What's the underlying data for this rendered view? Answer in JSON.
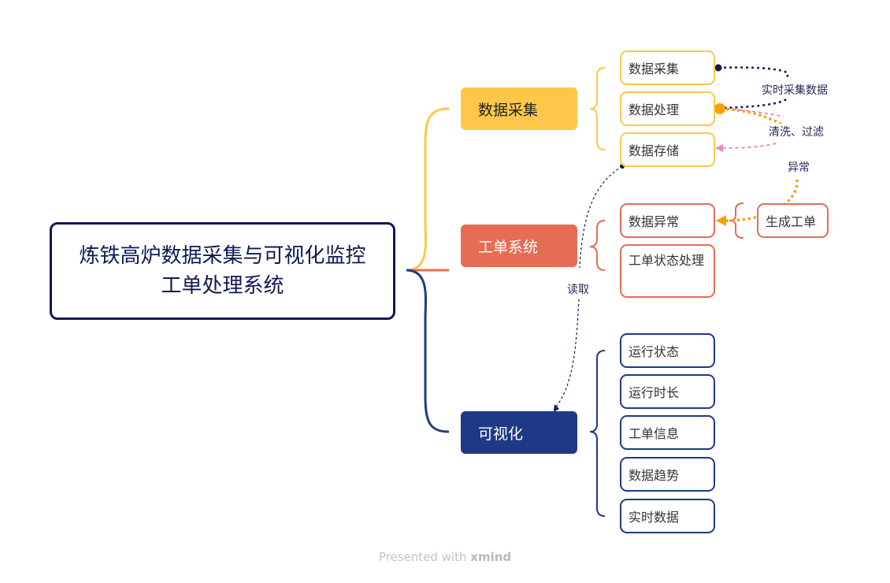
{
  "central": {
    "title": "炼铁高炉数据采集与可视化监控工单处理系统"
  },
  "branches": [
    {
      "label": "数据采集",
      "color": "#fdc84a",
      "children": [
        "数据采集",
        "数据处理",
        "数据存储"
      ]
    },
    {
      "label": "工单系统",
      "color": "#e56d55",
      "children": [
        "数据异常",
        "工单状态处理"
      ]
    },
    {
      "label": "可视化",
      "color": "#1f3a85",
      "children": [
        "运行状态",
        "运行时长",
        "工单信息",
        "数据趋势",
        "实时数据"
      ]
    }
  ],
  "extra_nodes": {
    "create_ticket": "生成工单"
  },
  "relationship_labels": {
    "realtime_collect": "实时采集数据",
    "clean_filter": "清洗、过滤",
    "abnormal": "异常",
    "read": "读取"
  },
  "footer": {
    "prefix": "Presented with",
    "brand": "xmind"
  }
}
